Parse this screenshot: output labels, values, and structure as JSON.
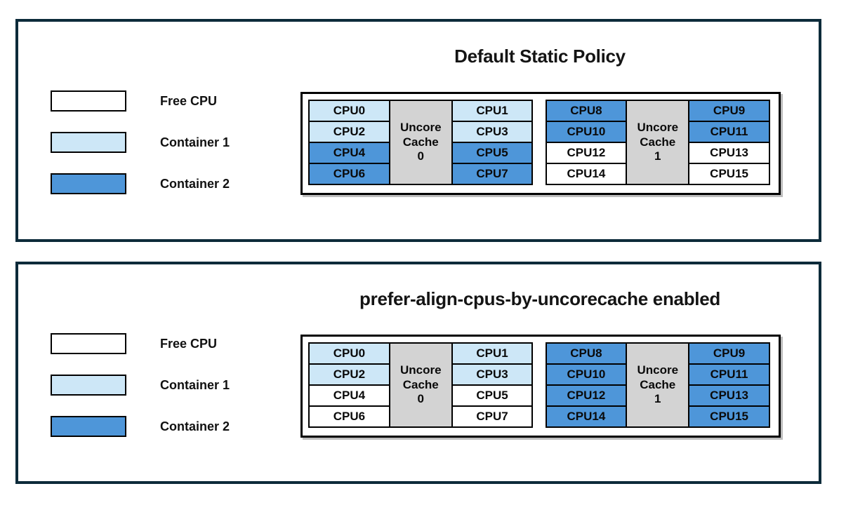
{
  "colors": {
    "free": "#FFFFFF",
    "container1": "#CDE7F7",
    "container2": "#4E96D9",
    "cache_fill": "#D3D3D3",
    "panel_border": "#0D2B3A",
    "cell_border": "#000000",
    "title_text": "#141414"
  },
  "legend_items": [
    {
      "label": "Free CPU",
      "state": "free"
    },
    {
      "label": "Container 1",
      "state": "container1"
    },
    {
      "label": "Container 2",
      "state": "container2"
    }
  ],
  "panels": [
    {
      "title": "Default Static Policy",
      "groups": [
        {
          "cache_label": [
            "Uncore",
            "Cache",
            "0"
          ],
          "columns": [
            [
              {
                "label": "CPU0",
                "state": "container1"
              },
              {
                "label": "CPU2",
                "state": "container1"
              },
              {
                "label": "CPU4",
                "state": "container2"
              },
              {
                "label": "CPU6",
                "state": "container2"
              }
            ],
            [
              {
                "label": "CPU1",
                "state": "container1"
              },
              {
                "label": "CPU3",
                "state": "container1"
              },
              {
                "label": "CPU5",
                "state": "container2"
              },
              {
                "label": "CPU7",
                "state": "container2"
              }
            ]
          ]
        },
        {
          "cache_label": [
            "Uncore",
            "Cache",
            "1"
          ],
          "columns": [
            [
              {
                "label": "CPU8",
                "state": "container2"
              },
              {
                "label": "CPU10",
                "state": "container2"
              },
              {
                "label": "CPU12",
                "state": "free"
              },
              {
                "label": "CPU14",
                "state": "free"
              }
            ],
            [
              {
                "label": "CPU9",
                "state": "container2"
              },
              {
                "label": "CPU11",
                "state": "container2"
              },
              {
                "label": "CPU13",
                "state": "free"
              },
              {
                "label": "CPU15",
                "state": "free"
              }
            ]
          ]
        }
      ]
    },
    {
      "title": "prefer-align-cpus-by-uncorecache enabled",
      "groups": [
        {
          "cache_label": [
            "Uncore",
            "Cache",
            "0"
          ],
          "columns": [
            [
              {
                "label": "CPU0",
                "state": "container1"
              },
              {
                "label": "CPU2",
                "state": "container1"
              },
              {
                "label": "CPU4",
                "state": "free"
              },
              {
                "label": "CPU6",
                "state": "free"
              }
            ],
            [
              {
                "label": "CPU1",
                "state": "container1"
              },
              {
                "label": "CPU3",
                "state": "container1"
              },
              {
                "label": "CPU5",
                "state": "free"
              },
              {
                "label": "CPU7",
                "state": "free"
              }
            ]
          ]
        },
        {
          "cache_label": [
            "Uncore",
            "Cache",
            "1"
          ],
          "columns": [
            [
              {
                "label": "CPU8",
                "state": "container2"
              },
              {
                "label": "CPU10",
                "state": "container2"
              },
              {
                "label": "CPU12",
                "state": "container2"
              },
              {
                "label": "CPU14",
                "state": "container2"
              }
            ],
            [
              {
                "label": "CPU9",
                "state": "container2"
              },
              {
                "label": "CPU11",
                "state": "container2"
              },
              {
                "label": "CPU13",
                "state": "container2"
              },
              {
                "label": "CPU15",
                "state": "container2"
              }
            ]
          ]
        }
      ]
    }
  ]
}
